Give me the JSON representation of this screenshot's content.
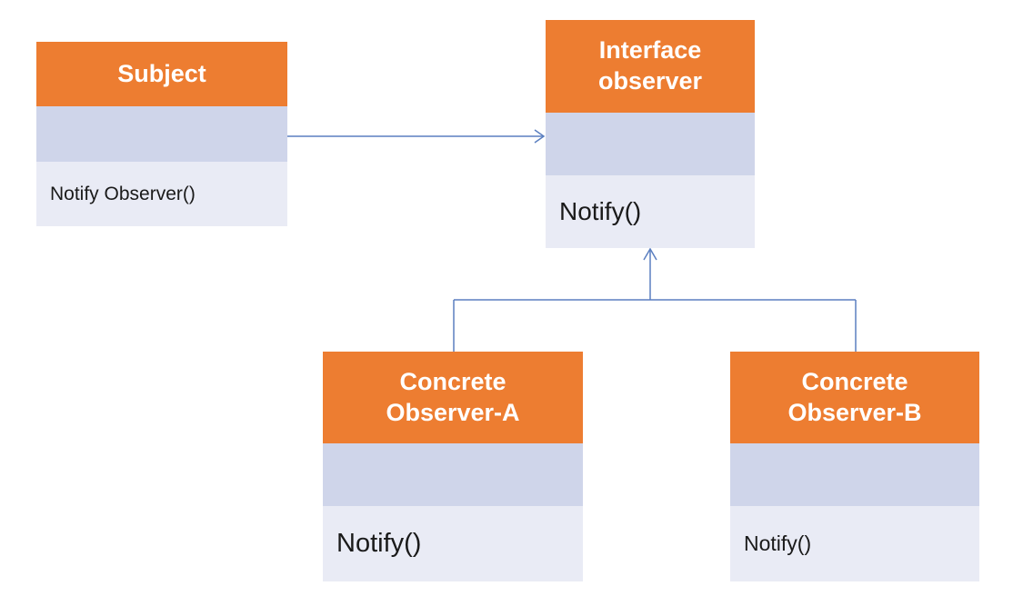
{
  "diagram": {
    "classes": {
      "subject": {
        "title_lines": [
          "Subject"
        ],
        "method": "Notify Observer()"
      },
      "interface_observer": {
        "title_lines": [
          "Interface",
          "observer"
        ],
        "method": "Notify()"
      },
      "concrete_observer_a": {
        "title_lines": [
          "Concrete",
          "Observer-A"
        ],
        "method": "Notify()"
      },
      "concrete_observer_b": {
        "title_lines": [
          "Concrete",
          "Observer-B"
        ],
        "method": "Notify()"
      }
    },
    "relationships": [
      {
        "from": "Subject",
        "to": "Interface observer",
        "type": "association-arrow"
      },
      {
        "from": "Concrete Observer-A",
        "to": "Interface observer",
        "type": "realization-arrow"
      },
      {
        "from": "Concrete Observer-B",
        "to": "Interface observer",
        "type": "realization-arrow"
      }
    ],
    "colors": {
      "header": "#ed7d31",
      "attributes": "#cfd5ea",
      "methods": "#e9ebf5",
      "connector": "#5b7fc0"
    }
  }
}
